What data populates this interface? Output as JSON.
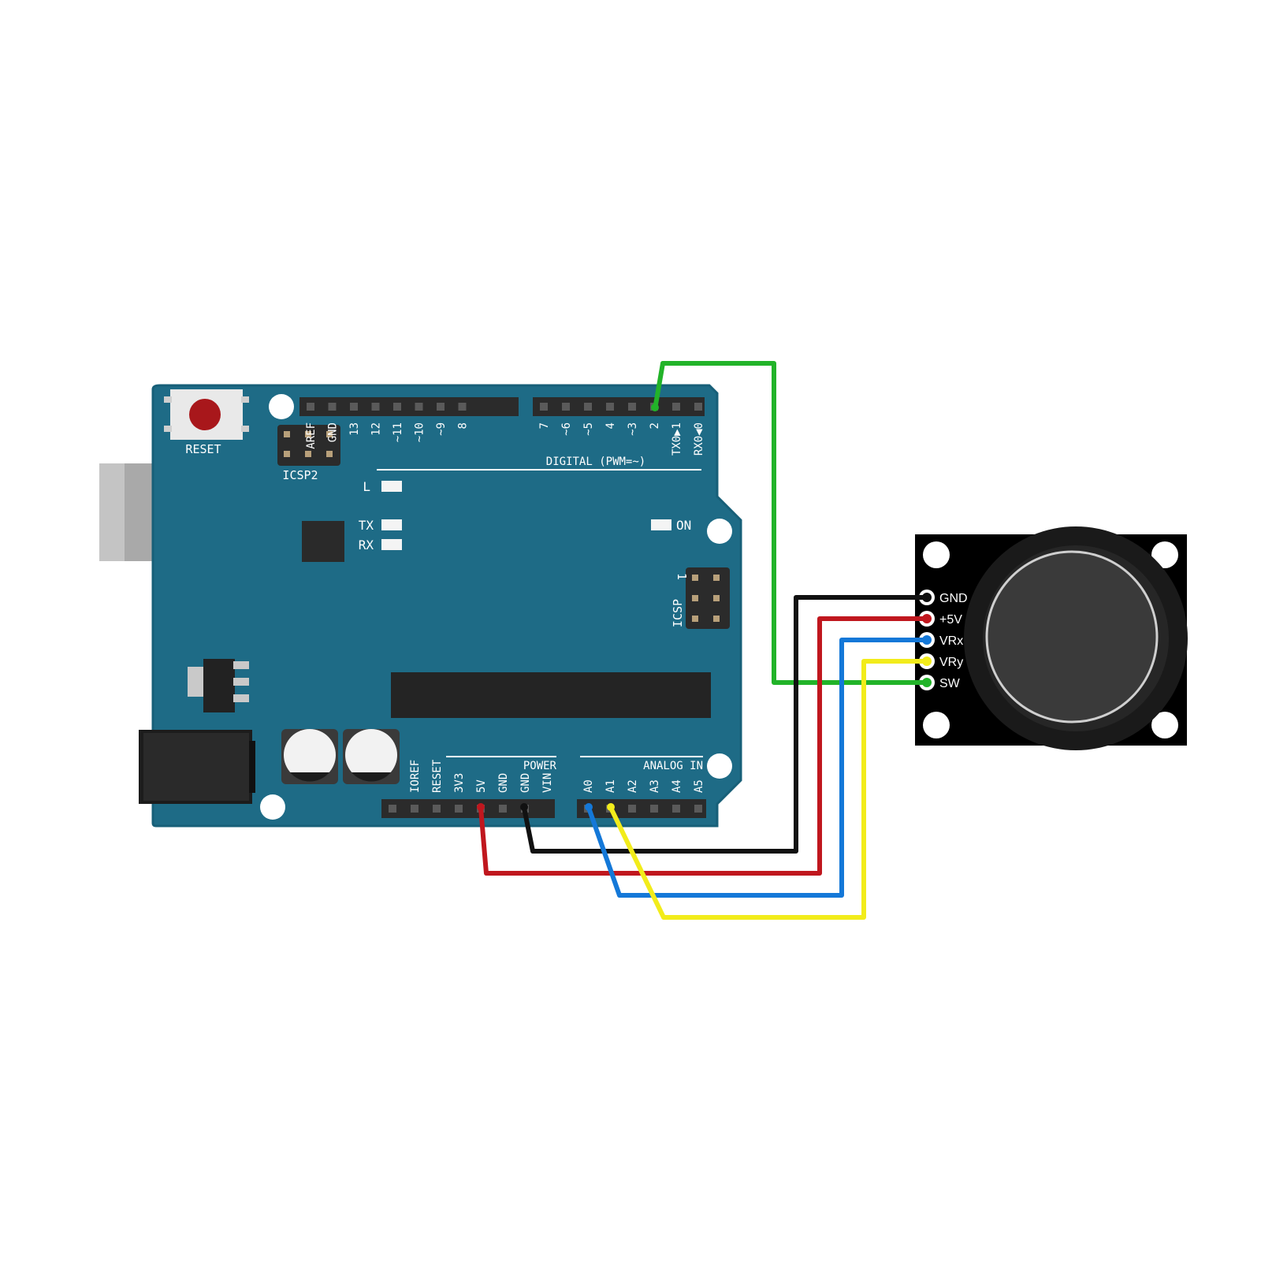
{
  "board": {
    "reset_label": "RESET",
    "icsp2_label": "ICSP2",
    "icsp_label": "ICSP",
    "icsp_pin1": "1",
    "digital_label": "DIGITAL (PWM=~)",
    "power_label": "POWER",
    "analog_label": "ANALOG IN",
    "led_l": "L",
    "led_tx": "TX",
    "led_rx": "RX",
    "led_on": "ON",
    "digital_pins_left": [
      "AREF",
      "GND",
      "13",
      "12",
      "~11",
      "~10",
      "~9",
      "8"
    ],
    "digital_pins_right": [
      "7",
      "~6",
      "~5",
      "4",
      "~3",
      "2",
      "TX0▶1",
      "RX0◀0"
    ],
    "power_pins": [
      "IOREF",
      "RESET",
      "3V3",
      "5V",
      "GND",
      "GND",
      "VIN"
    ],
    "analog_pins": [
      "A0",
      "A1",
      "A2",
      "A3",
      "A4",
      "A5"
    ]
  },
  "joystick": {
    "pins": [
      "GND",
      "+5V",
      "VRx",
      "VRy",
      "SW"
    ]
  },
  "colors": {
    "board": "#1e6b86",
    "board_edge": "#155d75",
    "wire_gnd": "#111111",
    "wire_5v": "#c0171e",
    "wire_vrx": "#1478d8",
    "wire_vry": "#f2ec1b",
    "wire_sw": "#22b329"
  }
}
